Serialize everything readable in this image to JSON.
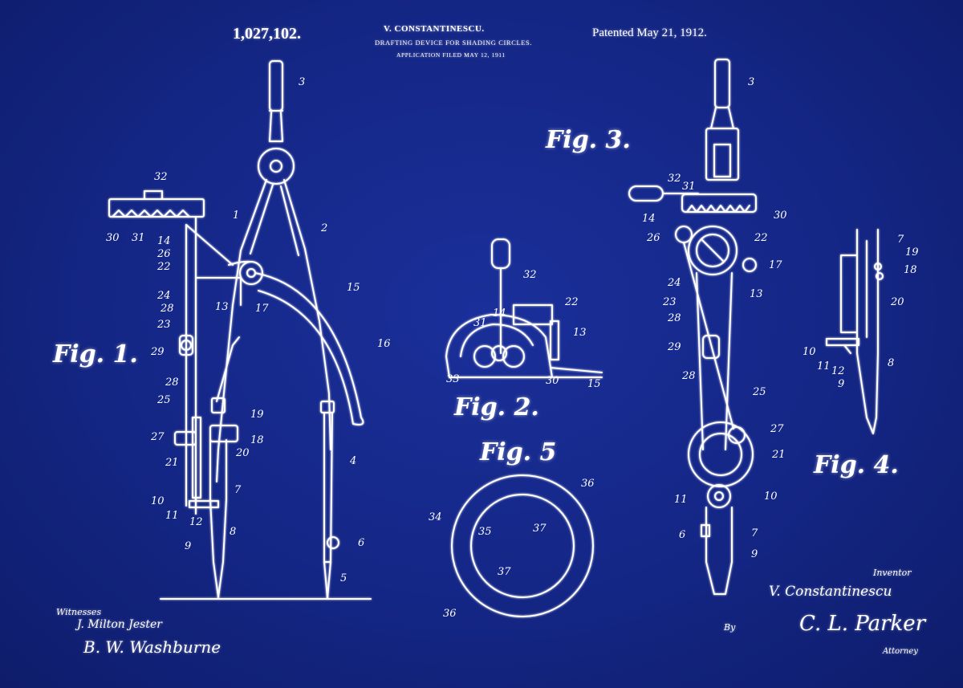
{
  "header": {
    "patent_number": "1,027,102.",
    "inventor": "V. CONSTANTINESCU.",
    "title": "DRAFTING DEVICE FOR SHADING CIRCLES.",
    "filed": "APPLICATION FILED MAY 12, 1911",
    "patented": "Patented May 21, 1912."
  },
  "figures": {
    "fig1": "Fig. 1.",
    "fig2": "Fig. 2.",
    "fig3": "Fig. 3.",
    "fig4": "Fig. 4.",
    "fig5": "Fig. 5"
  },
  "signatures": {
    "witnesses_label": "Witnesses",
    "witness1": "J. Milton Jester",
    "witness2": "B. W. Washburne",
    "inventor_label": "Inventor",
    "inventor_name": "V. Constantinescu",
    "by_label": "By",
    "attorney_name": "C. L. Parker",
    "attorney_label": "Attorney"
  },
  "reference_numerals": {
    "fig1": [
      "3",
      "1",
      "2",
      "32",
      "30",
      "31",
      "14",
      "26",
      "22",
      "24",
      "28",
      "23",
      "29",
      "28",
      "25",
      "27",
      "21",
      "10",
      "11",
      "12",
      "7",
      "8",
      "9",
      "13",
      "17",
      "15",
      "16",
      "19",
      "18",
      "20",
      "4",
      "6",
      "5"
    ],
    "fig2": [
      "32",
      "31",
      "14",
      "22",
      "13",
      "33",
      "30",
      "15"
    ],
    "fig3": [
      "3",
      "32",
      "31",
      "30",
      "14",
      "26",
      "22",
      "17",
      "24",
      "23",
      "13",
      "28",
      "29",
      "28",
      "25",
      "27",
      "21",
      "11",
      "10",
      "6",
      "7",
      "9"
    ],
    "fig4": [
      "7",
      "19",
      "18",
      "20",
      "10",
      "11",
      "12",
      "8",
      "9"
    ],
    "fig5": [
      "34",
      "36",
      "35",
      "37",
      "37",
      "36"
    ]
  },
  "colors": {
    "background": "#142685",
    "ink": "#ffffff"
  }
}
